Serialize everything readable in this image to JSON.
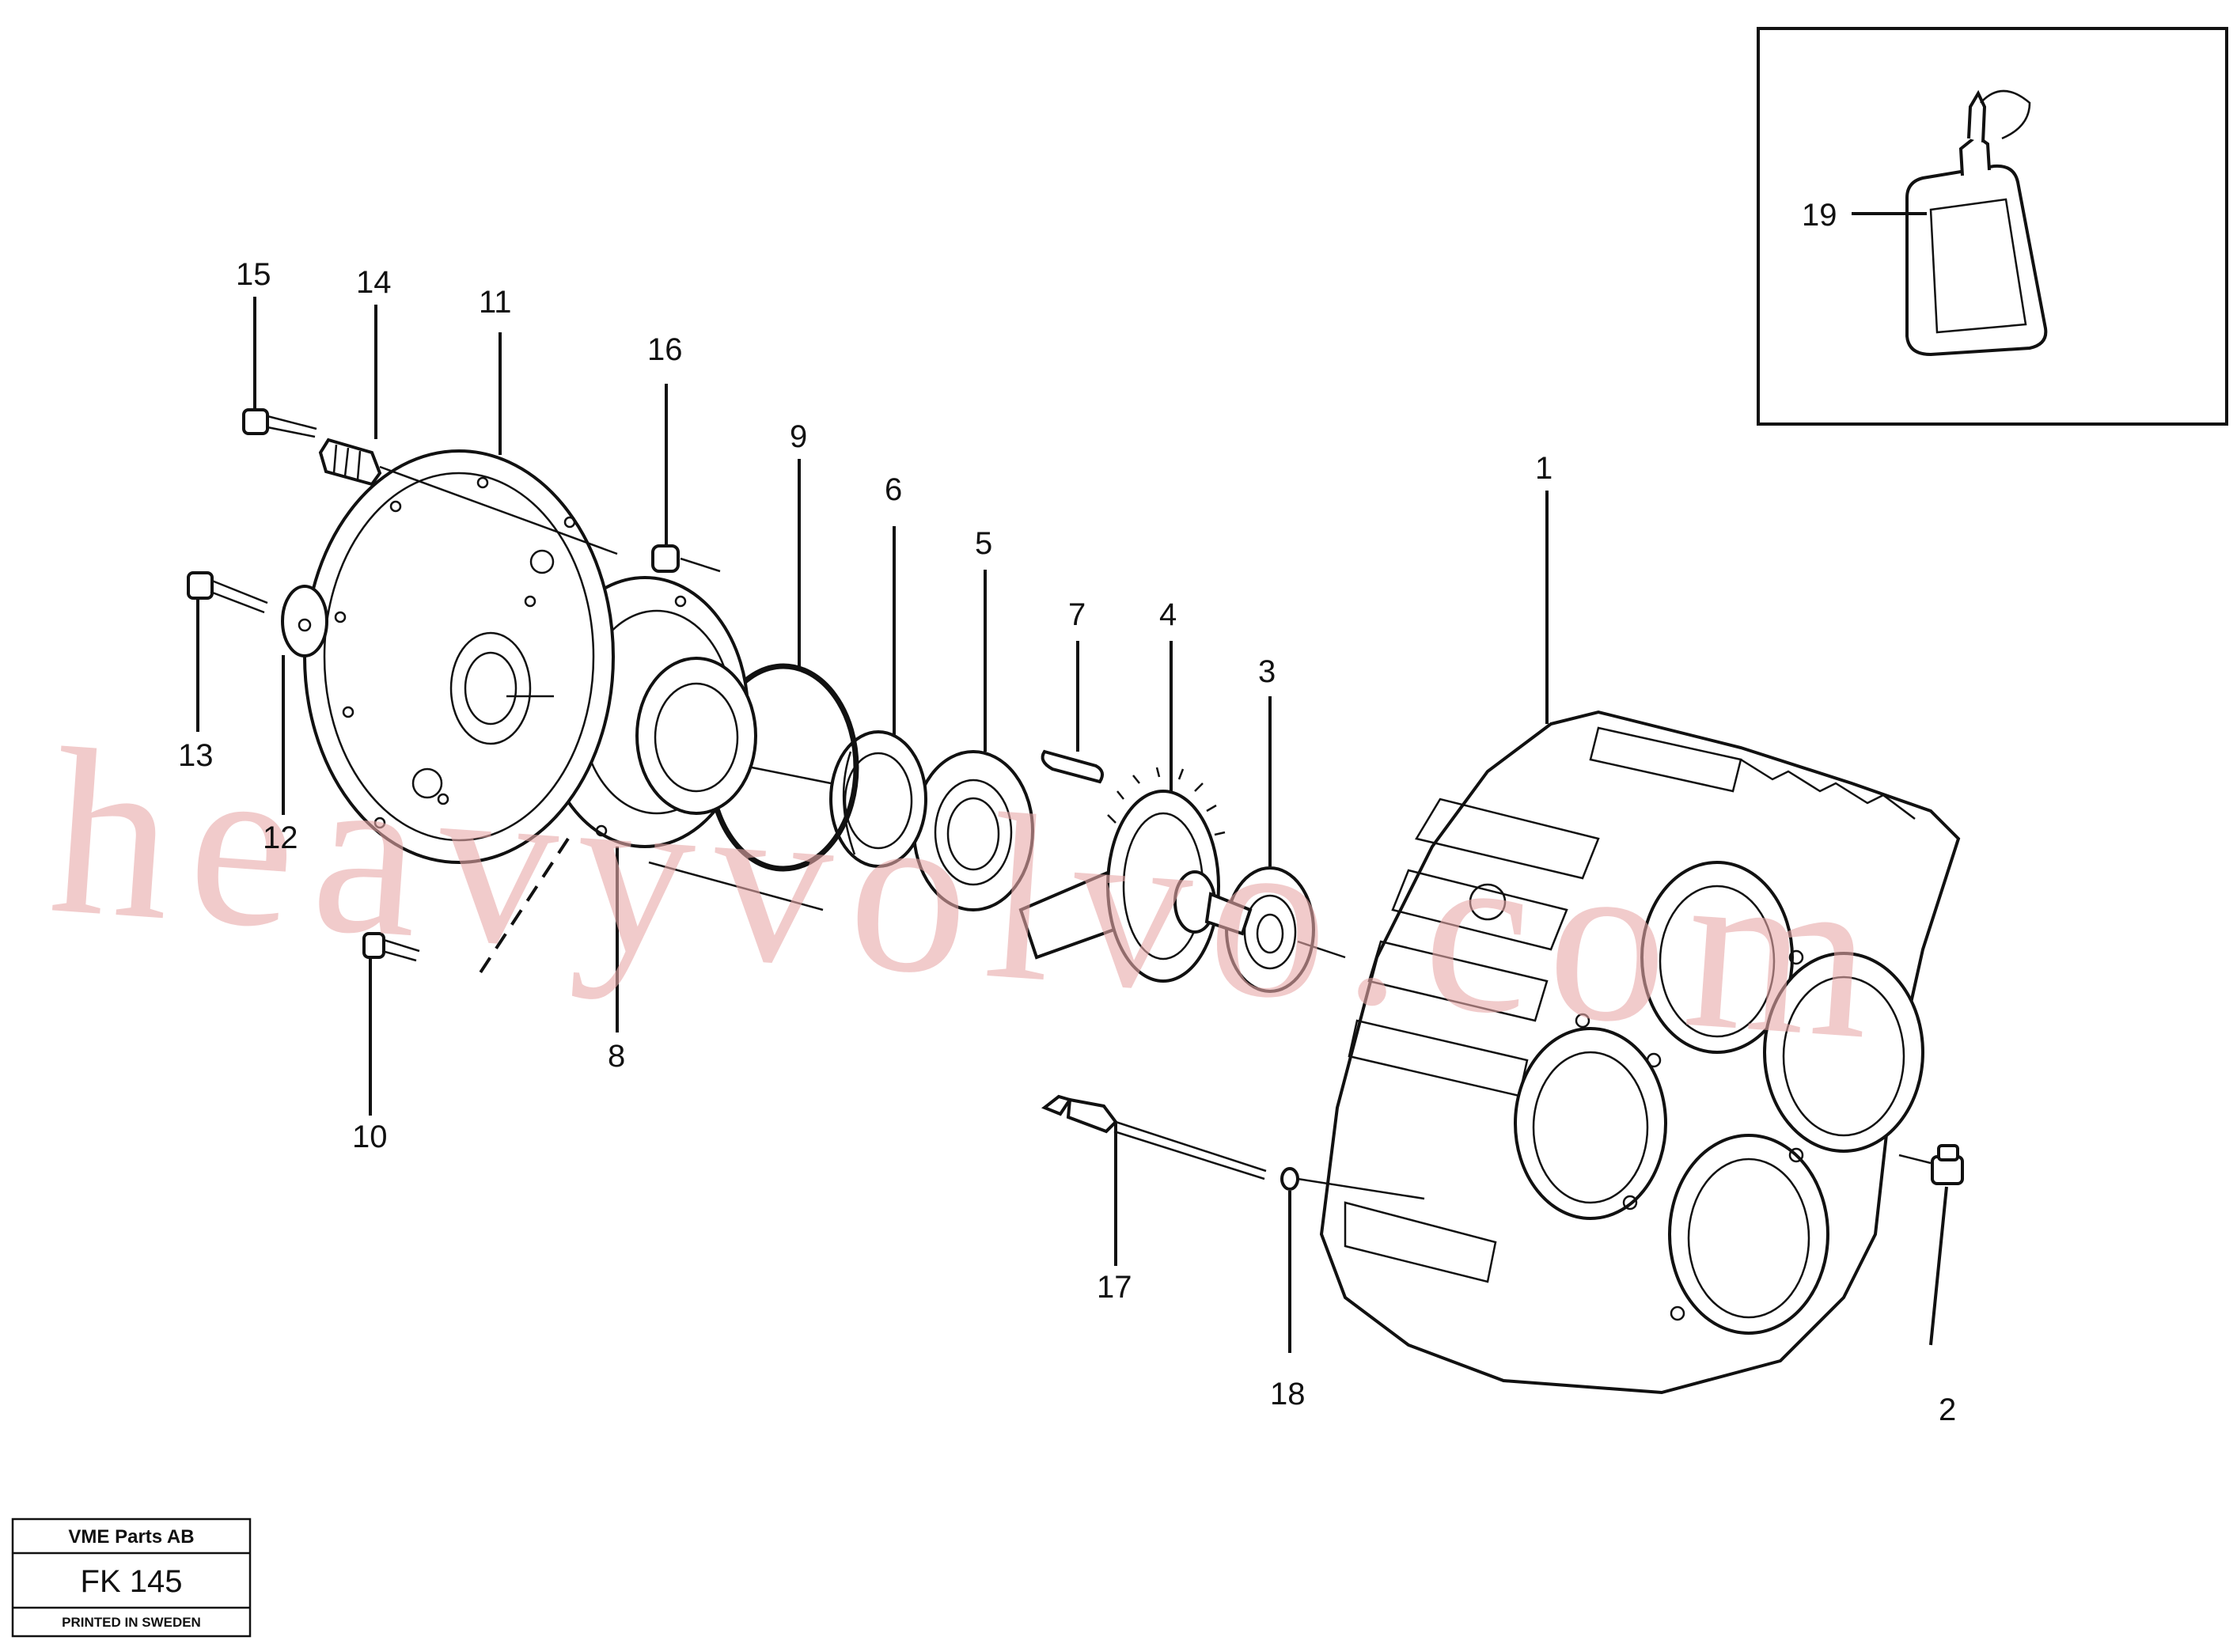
{
  "watermark": "heavyvolvo.com",
  "callouts": [
    "1",
    "2",
    "3",
    "4",
    "5",
    "6",
    "7",
    "8",
    "9",
    "10",
    "11",
    "12",
    "13",
    "14",
    "15",
    "16",
    "17",
    "18",
    "19"
  ],
  "stamp": {
    "company": "VME Parts AB",
    "code": "FK 145",
    "printed": "PRINTED IN SWEDEN"
  }
}
